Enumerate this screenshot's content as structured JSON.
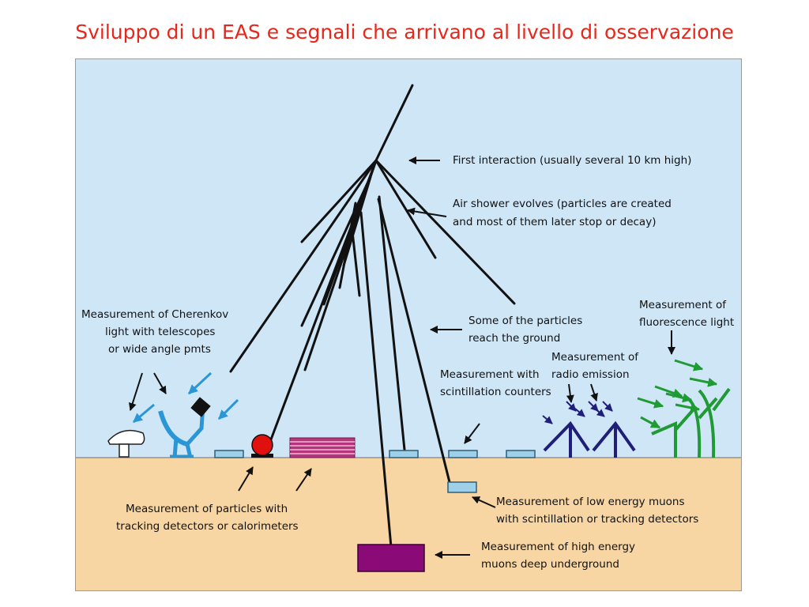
{
  "slide": {
    "title": "Sviluppo di un EAS e segnali che arrivano al livello di osservazione"
  },
  "colors": {
    "title": "#e8261a",
    "sky": "#cfe6f7",
    "ground": "#f7d6a4",
    "shower": "#111111",
    "cherenkov": "#2a96d6",
    "radio": "#1f1f7a",
    "fluorescence": "#1f9a35",
    "detector": "#9fd0ea",
    "calorimeter": "#b7357e",
    "deep_detector": "#8a0a78",
    "tracking_red": "#e0100f"
  },
  "annotations": {
    "first_interaction": "First interaction (usually several 10 km high)",
    "shower_evolves": [
      "Air shower evolves (particles are created",
      "and most of them later stop or decay)"
    ],
    "reach_ground": [
      "Some of the particles",
      "reach the ground"
    ],
    "cherenkov": [
      "Measurement of Cherenkov",
      "light with telescopes",
      "or wide angle pmts"
    ],
    "fluorescence": [
      "Measurement of",
      "fluorescence light"
    ],
    "radio": [
      "Measurement of",
      "radio emission"
    ],
    "scintillation": [
      "Measurement with",
      "scintillation counters"
    ],
    "tracking": [
      "Measurement of particles with",
      "tracking detectors or calorimeters"
    ],
    "low_energy_muons": [
      "Measurement of low energy muons",
      "with scintillation or tracking detectors"
    ],
    "high_energy_muons": [
      "Measurement of high energy",
      "muons deep underground"
    ]
  },
  "icons": [
    "cherenkov-dish-icon",
    "cherenkov-telescope-icon",
    "radio-antenna-icon",
    "fluorescence-telescope-icon",
    "tracking-detector-icon",
    "calorimeter-icon"
  ]
}
